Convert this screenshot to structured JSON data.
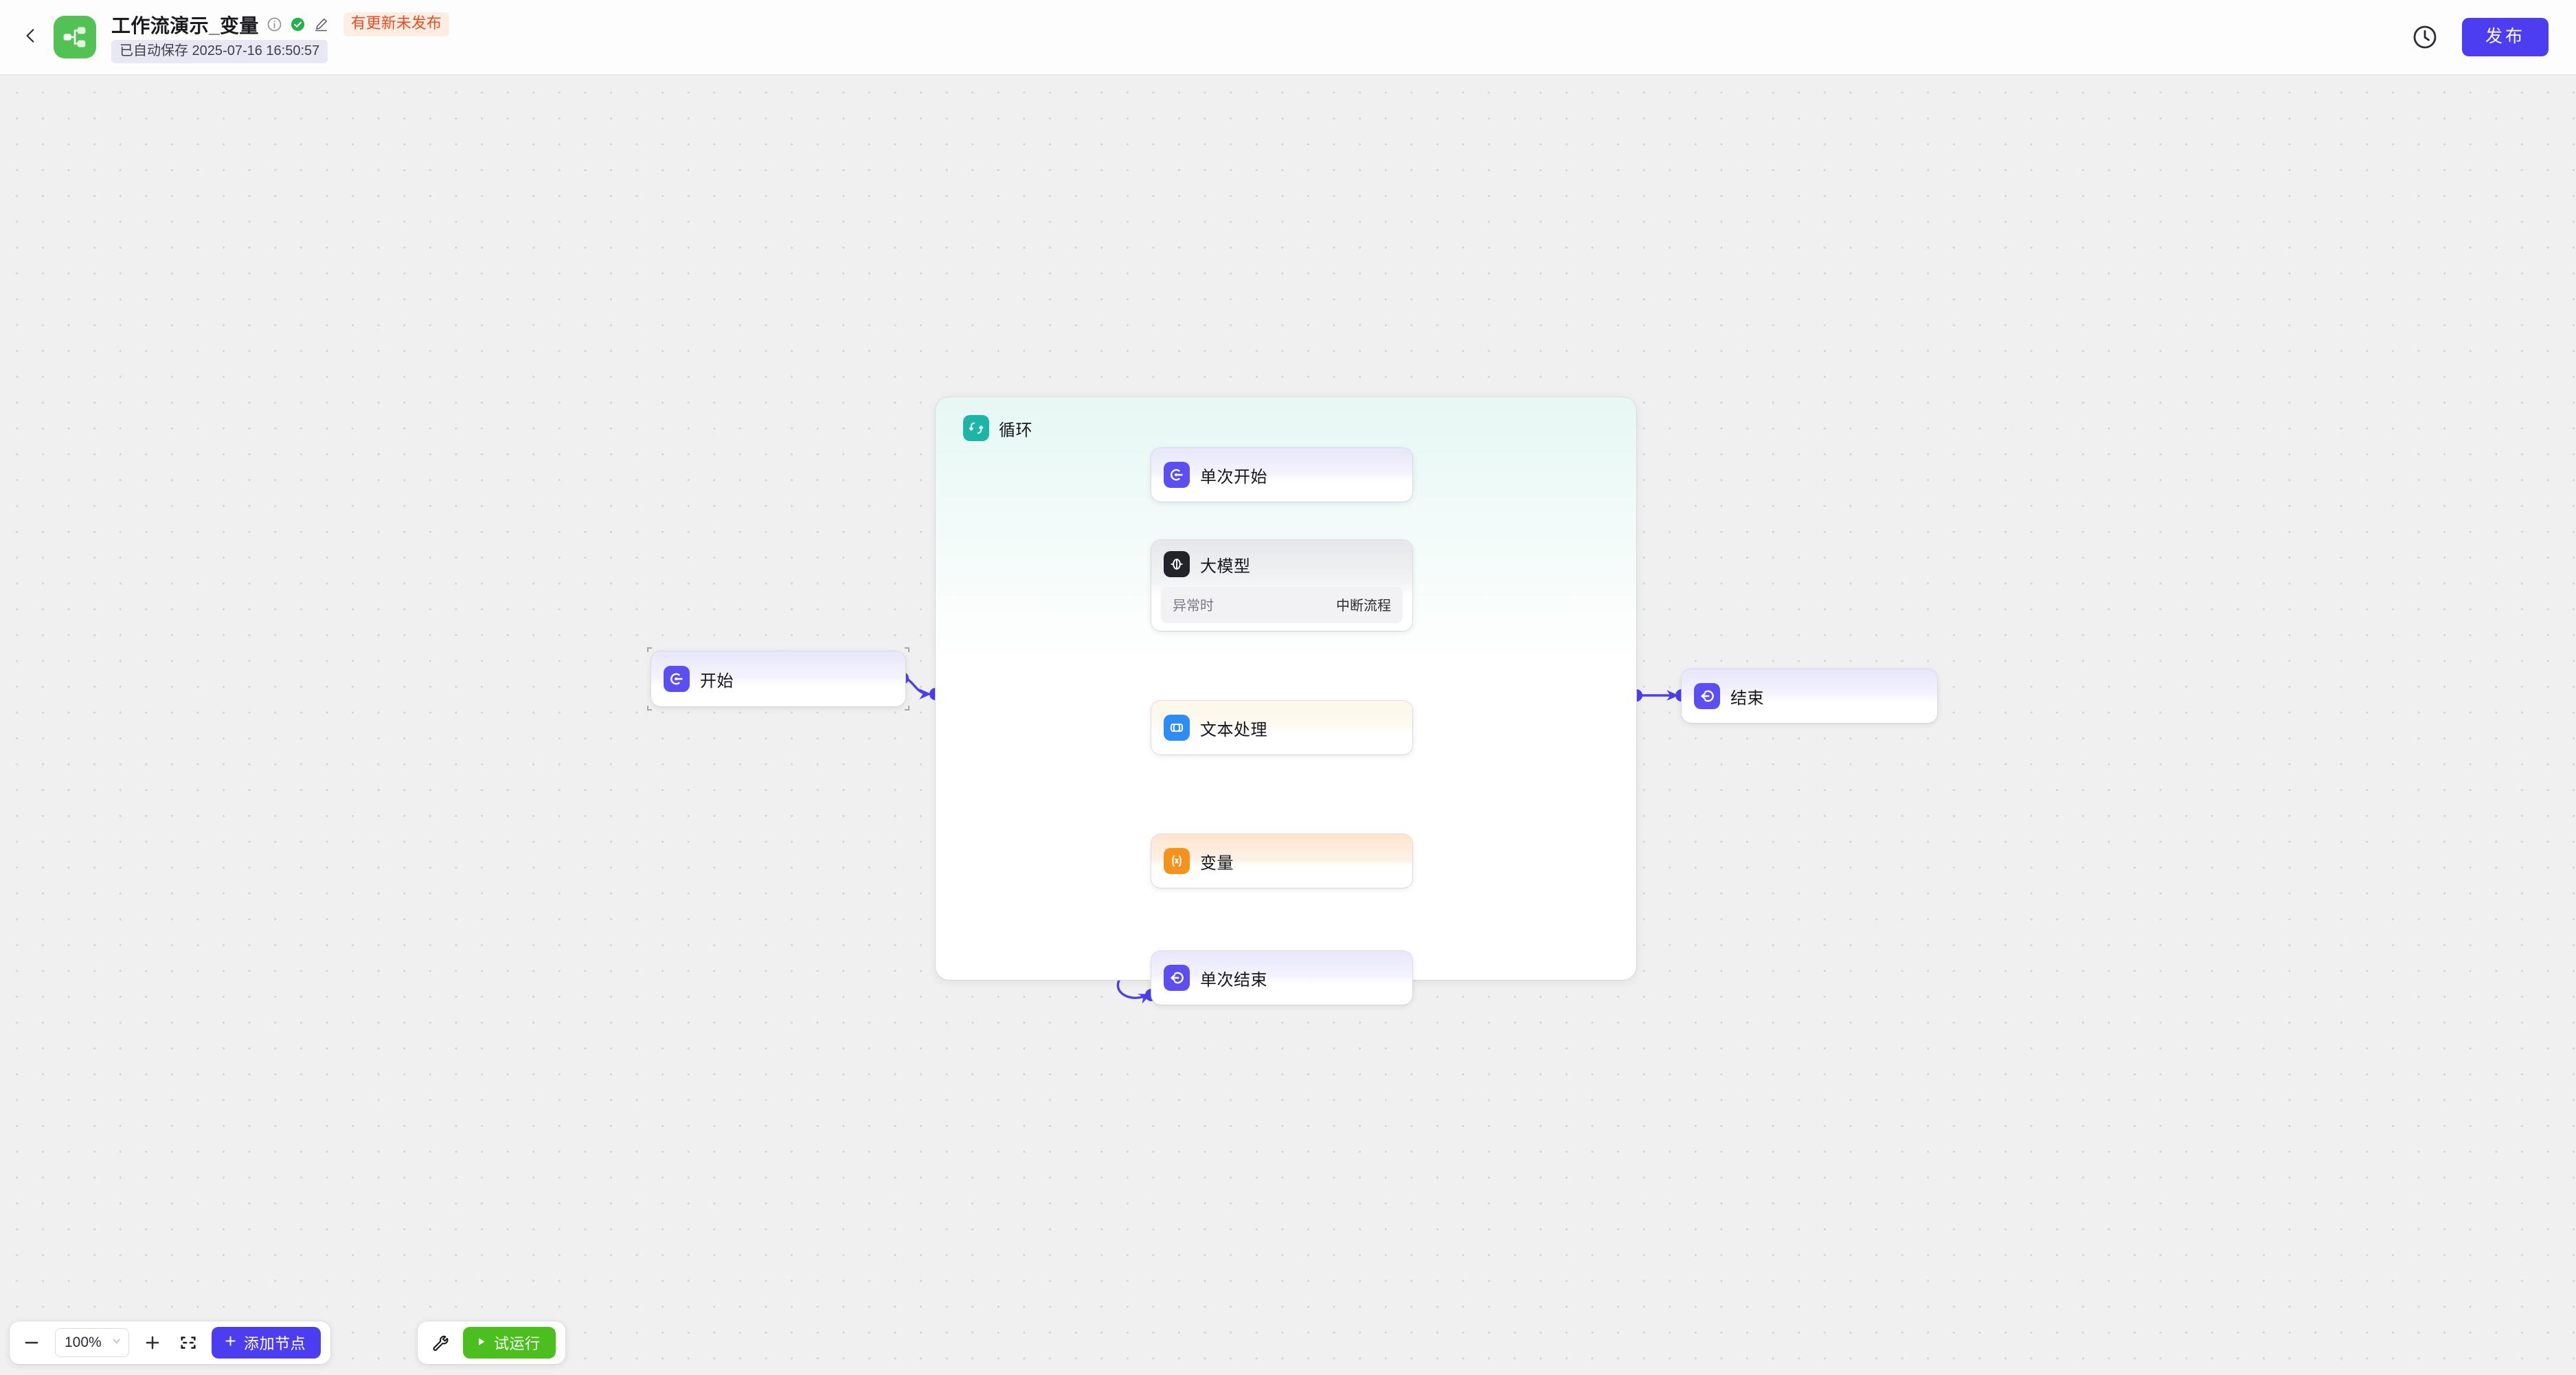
{
  "header": {
    "back_icon": "chevron-left-icon",
    "app_icon": "workflow-logo-icon",
    "workflow_title": "工作流演示_变量",
    "info_icon": "info-circle-icon",
    "check_icon": "check-circle-icon",
    "edit_icon": "pencil-icon",
    "unpublished_badge": "有更新未发布",
    "autosave_text": "已自动保存 2025-07-16 16:50:57",
    "history_icon": "clock-icon",
    "publish_label": "发布",
    "accent_color": "#4d3df0",
    "badge_color": "#f04a22",
    "logo_color": "#53c255"
  },
  "canvas": {
    "zoom_level": "100%",
    "nodes": [
      {
        "id": "start",
        "label": "开始",
        "icon": "start-arrow-icon",
        "icon_color": "#4d3df0",
        "tint": "tint-indigo"
      },
      {
        "id": "loop",
        "label": "循环",
        "icon": "loop-icon",
        "icon_color": "#1db5a6"
      },
      {
        "id": "batch-start",
        "label": "单次开始",
        "icon": "start-arrow-icon",
        "icon_color": "#4d3df0",
        "tint": "tint-indigo"
      },
      {
        "id": "llm",
        "label": "大模型",
        "icon": "llm-icon",
        "icon_color": "#23232b",
        "tint": "tint-gray"
      },
      {
        "id": "text",
        "label": "文本处理",
        "icon": "text-process-icon",
        "icon_color": "#2f8cf5",
        "tint": "tint-blue"
      },
      {
        "id": "variable",
        "label": "变量",
        "icon": "variable-icon",
        "icon_color": "#f5921e",
        "tint": "tint-orange"
      },
      {
        "id": "batch-end",
        "label": "单次结束",
        "icon": "end-arrow-icon",
        "icon_color": "#4d3df0",
        "tint": "tint-indigo"
      },
      {
        "id": "end",
        "label": "结束",
        "icon": "end-arrow-icon",
        "icon_color": "#4d3df0",
        "tint": "tint-indigo"
      }
    ],
    "llm_exception": {
      "key": "异常时",
      "value": "中断流程"
    },
    "edge_color": "#4d3df0"
  },
  "toolbar": {
    "zoom_out_icon": "minus-icon",
    "zoom_value": "100%",
    "zoom_chevron_icon": "chevron-down-icon",
    "zoom_in_icon": "plus-icon",
    "fit_view_icon": "fit-view-icon",
    "add_node_label": "添加节点",
    "add_node_icon": "plus-icon",
    "wrench_icon": "wrench-icon",
    "run_label": "试运行",
    "run_icon": "play-icon",
    "run_color": "#4bbf1d"
  }
}
